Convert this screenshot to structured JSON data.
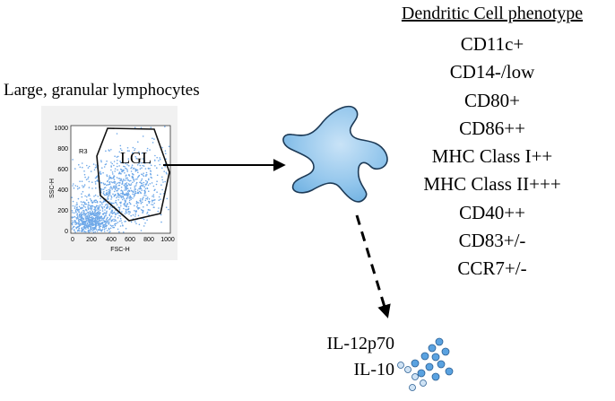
{
  "flow": {
    "caption": "Large, granular lymphocytes",
    "region_label": "R3",
    "gate_label": "LGL",
    "y_axis_label": "SSC-H",
    "x_axis_label": "FSC-H",
    "y_ticks": [
      "1000",
      "800",
      "600",
      "400",
      "200",
      "0"
    ],
    "x_ticks": [
      "0",
      "200",
      "400",
      "600",
      "800",
      "1000"
    ]
  },
  "phenotype": {
    "title": "Dendritic Cell phenotype",
    "markers": [
      "CD11c+",
      "CD14-/low",
      "CD80+",
      "CD86++",
      "MHC Class I++",
      "MHC Class II+++",
      "CD40++",
      "CD83+/-",
      "CCR7+/-"
    ]
  },
  "cytokines": [
    "IL-12p70",
    "IL-10"
  ],
  "colors": {
    "cell_fill": "#8fc4ec",
    "cell_stroke": "#1d3a56",
    "dot_fill": "#5aa2e0",
    "scatter": "#6ea8e8"
  }
}
